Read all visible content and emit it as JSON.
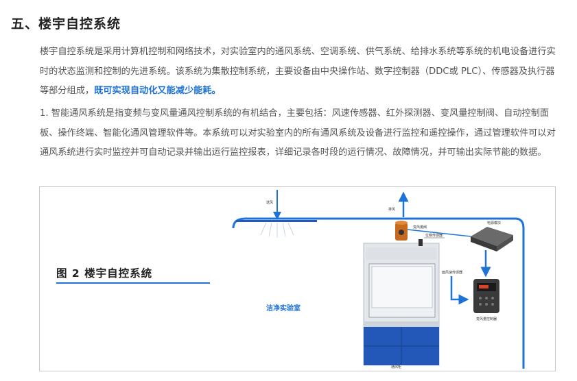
{
  "section": {
    "title": "五、楼宇自控系统"
  },
  "paragraph1": {
    "text": "楼宇自控系统是采用计算机控制和网络技术，对实验室内的通风系统、空调系统、供气系统、给排水系统等系统的机电设备进行实时的状态监测和控制的先进系统。该系统为集散控制系统，主要设备由中央操作站、数字控制器（DDC或 PLC）、传感器及执行器等部分组成，",
    "highlight": "既可实现自动化又能减少能耗。"
  },
  "paragraph2": {
    "text": "1. 智能通风系统是指变频与变风量通风控制系统的有机结合，主要包括：风速传感器、红外探测器、变风量控制阀、自动控制面板、操作终端、智能化通风管理软件等。本系统可以对实验室内的所有通风系统及设备进行监控和遥控操作，通过管理软件可以对通风系统进行实时监控并可自动记录并输出运行监控报表，详细记录各时段的运行情况、故障情况，并可输出实际节能的数据。"
  },
  "figure": {
    "caption": "图 2 楼宇自控系统",
    "room_label": "洁净实验室",
    "labels": {
      "supply_air": "送风",
      "exhaust_air": "排风",
      "valve": "变风量阀",
      "sensor": "位移传感器",
      "power": "电源模块",
      "face_velocity": "面风速传感器",
      "controller": "变风量控制器",
      "hood": "通风柜"
    },
    "colors": {
      "accent": "#1e73d6",
      "cabinet": "#2358b8"
    }
  }
}
